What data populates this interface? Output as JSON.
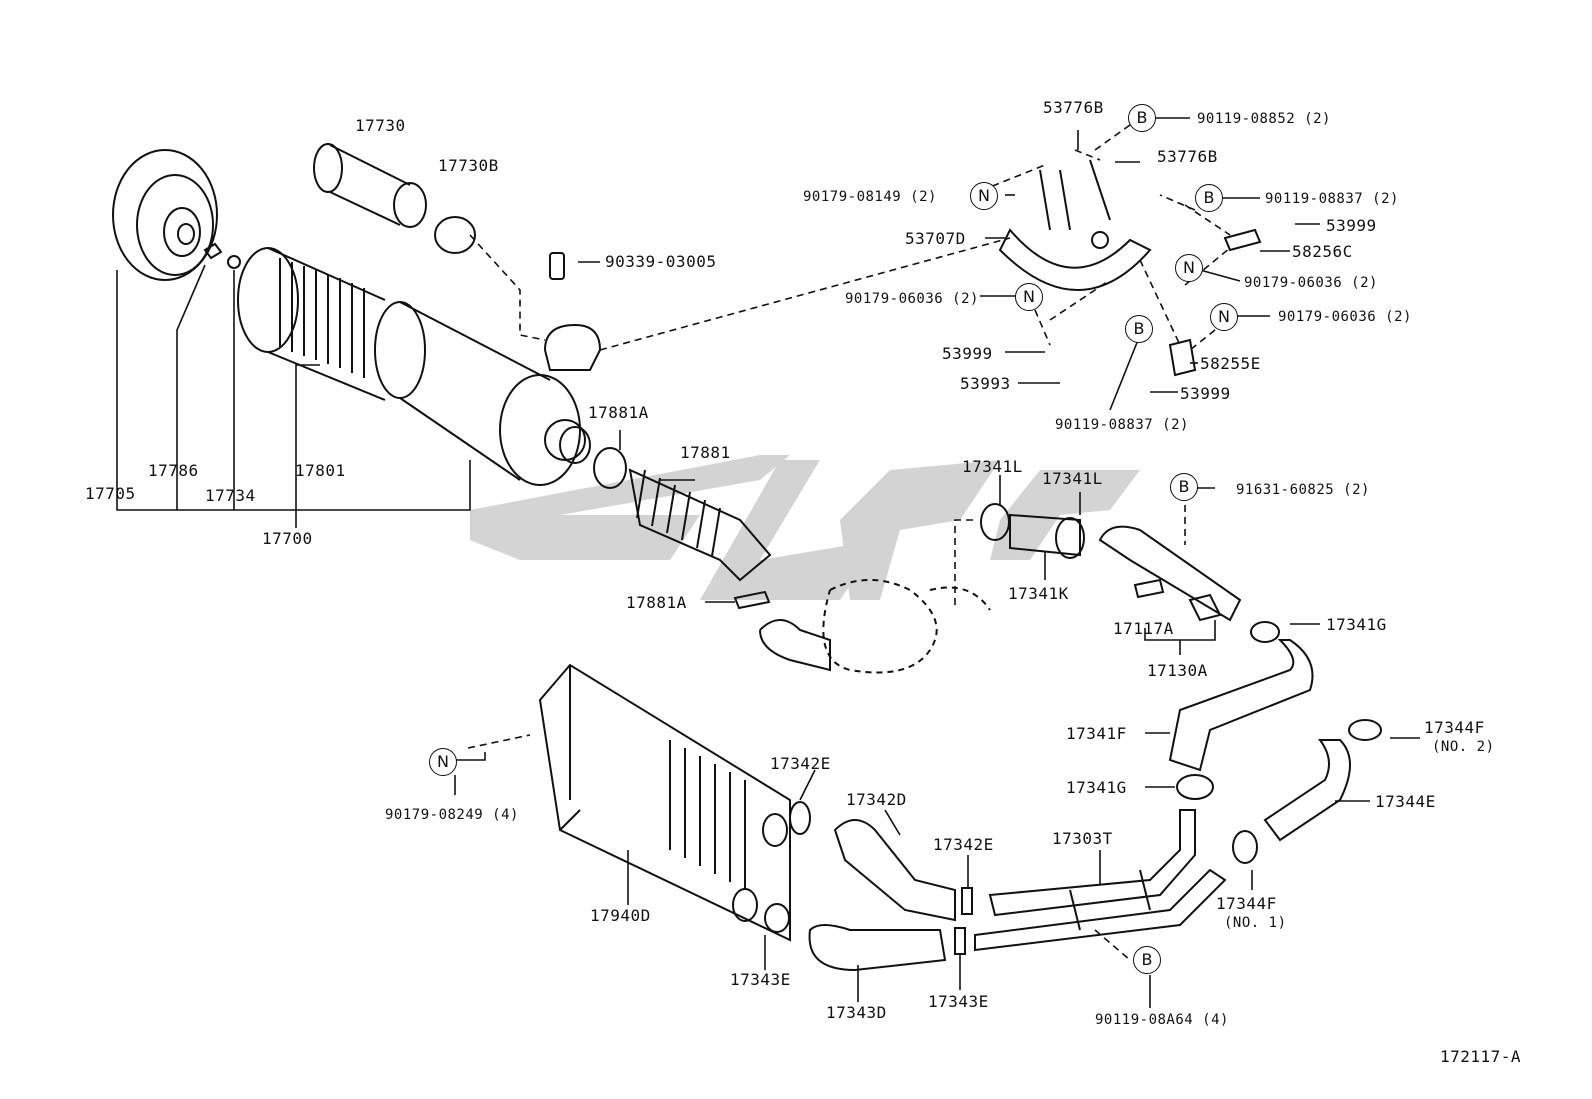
{
  "diagram_code": "172117-A",
  "marker_letters": {
    "n": "N",
    "b": "B"
  },
  "labels": {
    "p17730": "17730",
    "p17730B": "17730B",
    "p90339": "90339-03005",
    "p17786": "17786",
    "p17734": "17734",
    "p17801": "17801",
    "p17705": "17705",
    "p17700": "17700",
    "p17881A_top": "17881A",
    "p17881": "17881",
    "p17881A_bot": "17881A",
    "p53776B_a": "53776B",
    "p53776B_b": "53776B",
    "p90119_08852": "90119-08852 (2)",
    "p90179_08149": "90179-08149 (2)",
    "p90119_08837_a": "90119-08837 (2)",
    "p53999_a": "53999",
    "p53707D": "53707D",
    "p58256C": "58256C",
    "p90179_06036_a": "90179-06036 (2)",
    "p90179_06036_b": "90179-06036 (2)",
    "p90179_06036_c": "90179-06036 (2)",
    "p53999_b": "53999",
    "p53993": "53993",
    "p58255E": "58255E",
    "p53999_c": "53999",
    "p90119_08837_b": "90119-08837 (2)",
    "p17341L_a": "17341L",
    "p17341L_b": "17341L",
    "p91631": "91631-60825 (2)",
    "p17341K": "17341K",
    "p17117A": "17117A",
    "p17130A": "17130A",
    "p17341G_a": "17341G",
    "p17341F": "17341F",
    "p17344F_no2": "17344F",
    "p17344F_no2_sub": "(NO. 2)",
    "p17341G_b": "17341G",
    "p17344E": "17344E",
    "p90179_08249": "90179-08249 (4)",
    "p17342E_a": "17342E",
    "p17342D": "17342D",
    "p17342E_b": "17342E",
    "p17303T": "17303T",
    "p17344F_no1": "17344F",
    "p17344F_no1_sub": "(NO. 1)",
    "p17940D": "17940D",
    "p17343E_a": "17343E",
    "p17343D": "17343D",
    "p17343E_b": "17343E",
    "p90119_08A64": "90119-08A64 (4)"
  }
}
